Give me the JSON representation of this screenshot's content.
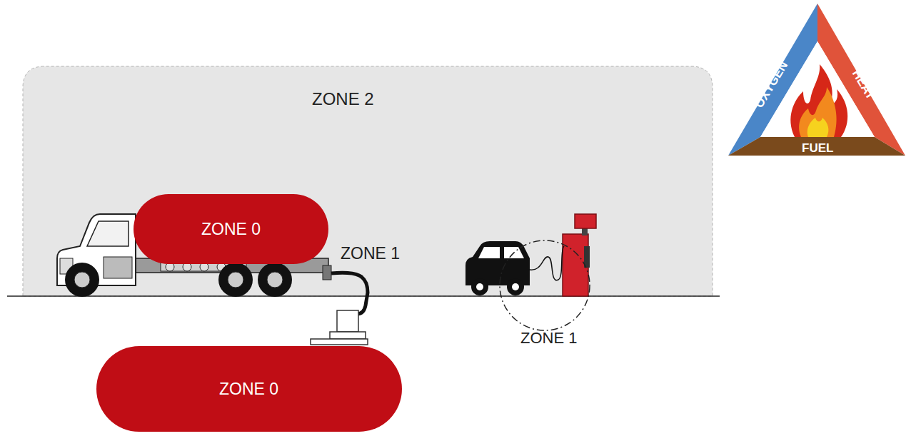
{
  "diagram": {
    "nodes": [
      {
        "text": [
          "ZONE 2"
        ]
      },
      {
        "text": [
          "ZONE 0"
        ],
        "in": 0
      },
      {
        "text": [
          "ZONE 0"
        ]
      },
      {
        "text": [
          "ZONE 1"
        ]
      }
    ],
    "labels": [
      "ZONE 1",
      "OXYGEN",
      "HEAT",
      "FUEL"
    ]
  }
}
